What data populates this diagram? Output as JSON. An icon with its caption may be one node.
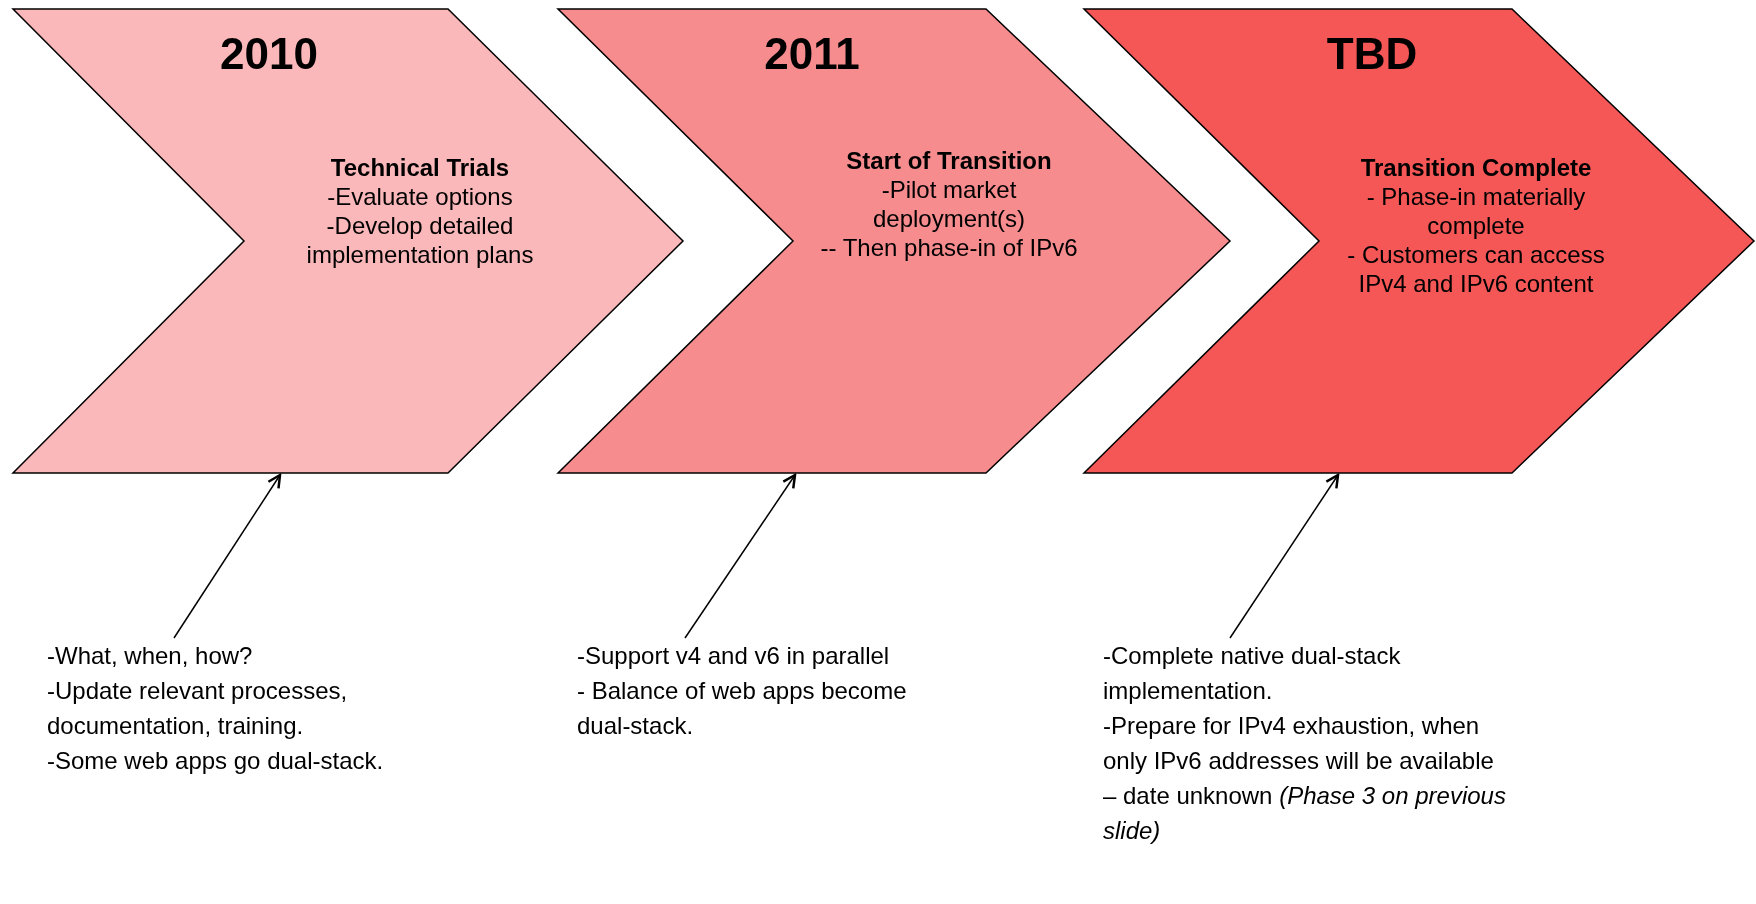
{
  "diagram": {
    "nodes": [
      {
        "text": [
          "2010",
          "Technical Trials",
          "-Evaluate options",
          "-Develop detailed implementation plans"
        ]
      },
      {
        "text": [
          "2011",
          "Start of Transition",
          "-Pilot market deployment(s)",
          "-- Then phase-in of IPv6"
        ]
      },
      {
        "text": [
          "TBD",
          "Transition Complete",
          "- Phase-in materially complete",
          "- Customers can access IPv4 and IPv6 content"
        ]
      },
      {
        "text": [
          "-What, when, how?",
          "-Update relevant processes, documentation, training.",
          "-Some web apps go dual-stack."
        ]
      },
      {
        "text": [
          "-Support v4 and v6 in parallel",
          "- Balance of web apps become dual-stack."
        ]
      },
      {
        "text": [
          "-Complete native dual-stack implementation.",
          "-Prepare for IPv4 exhaustion, when only IPv6 addresses will be available – date unknown *(Phase 3 on previous slide)*"
        ]
      }
    ],
    "edges": [
      {
        "from": 3,
        "to": 0,
        "arrow": "to"
      },
      {
        "from": 4,
        "to": 1,
        "arrow": "to"
      },
      {
        "from": 5,
        "to": 2,
        "arrow": "to"
      }
    ]
  }
}
